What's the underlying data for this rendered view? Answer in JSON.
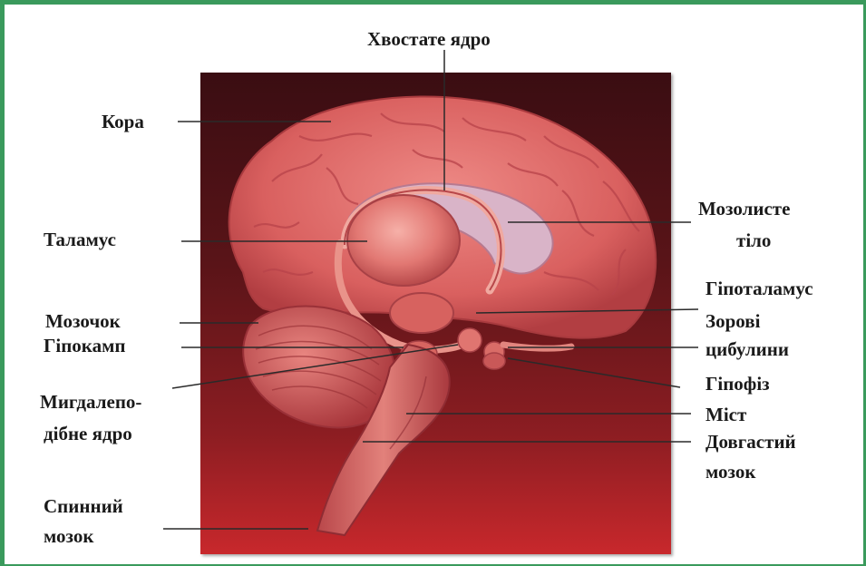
{
  "labels": {
    "caudate": "Хвостате ядро",
    "cortex": "Кора",
    "corpus_callosum_1": "Мозолисте",
    "corpus_callosum_2": "тіло",
    "thalamus": "Таламус",
    "hypothalamus": "Гіпоталамус",
    "cerebellum": "Мозочок",
    "hippocampus": "Гіпокамп",
    "optic_1": "Зорові",
    "optic_2": "цибулини",
    "amygdala_1": "Мигдалепо-",
    "amygdala_2": "дібне ядро",
    "pituitary": "Гіпофіз",
    "pons": "Міст",
    "medulla_1": "Довгастий",
    "medulla_2": "мозок",
    "spinal_1": "Спинний",
    "spinal_2": "мозок"
  },
  "colors": {
    "frame": "#3a9a5c",
    "brain": "#e06a6a",
    "background_dark": "#3a0d12",
    "background_light": "#c8282c"
  }
}
